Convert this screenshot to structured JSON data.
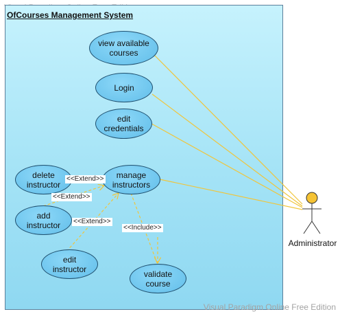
{
  "watermark": "Visual Paradigm Online Free Edition",
  "system": {
    "title": "OfCourses Management System"
  },
  "use_cases": {
    "view_available_courses": "view available\ncourses",
    "login": "Login",
    "edit_credentials": "edit\ncredentials",
    "delete_instructor": "delete\ninstructor",
    "manage_instructors": "manage\ninstructors",
    "add_instructor": "add\ninstructor",
    "edit_instructor": "edit\ninstructor",
    "validate_course": "validate\ncourse"
  },
  "relationships": {
    "extend_delete": "<<Extend>>",
    "extend_add": "<<Extend>>",
    "extend_edit": "<<Extend>>",
    "include_validate": "<<Include>>"
  },
  "actor": {
    "name": "Administrator",
    "head_color": "#f5c334"
  },
  "colors": {
    "association_line": "#f0c53b",
    "dependency_line": "#f0c53b",
    "use_case_fill": "#6fc6ee",
    "system_fill": "#a4e3f6"
  }
}
